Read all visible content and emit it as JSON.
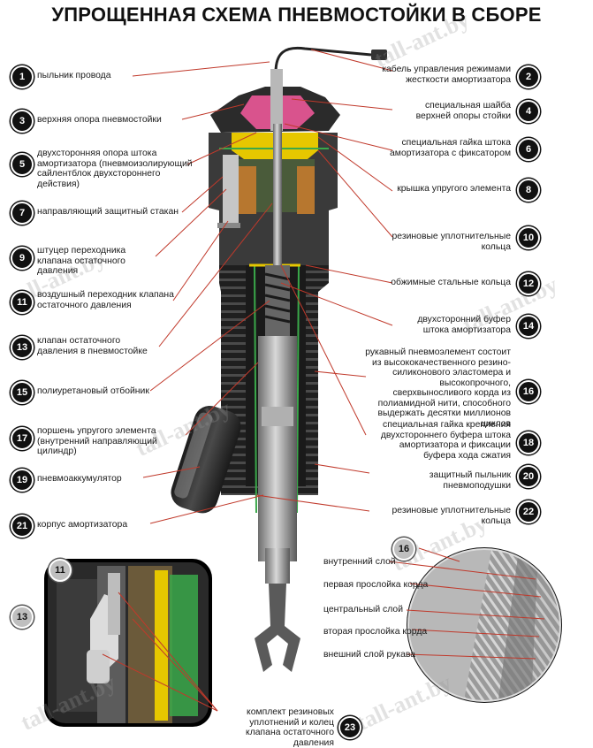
{
  "title": "УПРОЩЕННАЯ СХЕМА ПНЕВМОСТОЙКИ В СБОРЕ",
  "watermark": "tall-ant.by",
  "accent_colors": {
    "leader": "#c0392b",
    "yellow": "#e6c700",
    "green": "#3aa84a",
    "pink": "#d9538d",
    "rubber": "#2a2a2a"
  },
  "callouts": {
    "c1": {
      "num": "1",
      "text": "пыльник провода"
    },
    "c2": {
      "num": "2",
      "text": "кабель управления режимами жесткости амортизатора"
    },
    "c3": {
      "num": "3",
      "text": "верхняя опора пневмостойки"
    },
    "c4": {
      "num": "4",
      "text": "специальная шайба верхней опоры стойки"
    },
    "c5": {
      "num": "5",
      "text": "двухсторонняя опора штока амортизатора (пневмоизолирующий сайлентблок двухстороннего действия)"
    },
    "c6": {
      "num": "6",
      "text": "специальная гайка штока амортизатора с фиксатором"
    },
    "c7": {
      "num": "7",
      "text": "направляющий защитный стакан"
    },
    "c8": {
      "num": "8",
      "text": "крышка упругого элемента"
    },
    "c9": {
      "num": "9",
      "text": "штуцер переходника клапана остаточного давления"
    },
    "c10": {
      "num": "10",
      "text": "резиновые уплотнительные кольца"
    },
    "c11": {
      "num": "11",
      "text": "воздушный переходник клапана остаточного давления"
    },
    "c12": {
      "num": "12",
      "text": "обжимные стальные кольца"
    },
    "c13": {
      "num": "13",
      "text": "клапан остаточного давления в пневмостойке"
    },
    "c14": {
      "num": "14",
      "text": "двухсторонний буфер штока амортизатора"
    },
    "c15": {
      "num": "15",
      "text": "полиуретановый отбойник"
    },
    "c16": {
      "num": "16",
      "text": "рукавный пневмоэлемент состоит из высококачественного резино-силиконового эластомера и высокопрочного, сверхвыносливого корда из полиамидной нити, способного выдержать десятки миллионов циклов"
    },
    "c17": {
      "num": "17",
      "text": "поршень упругого элемента (внутренний направляющий цилиндр)"
    },
    "c18": {
      "num": "18",
      "text": "специальная гайка крепления двухстороннего буфера штока амортизатора и фиксации буфера хода сжатия"
    },
    "c19": {
      "num": "19",
      "text": "пневмоаккумулятор"
    },
    "c20": {
      "num": "20",
      "text": "защитный пыльник пневмоподушки"
    },
    "c21": {
      "num": "21",
      "text": "корпус амортизатора"
    },
    "c22": {
      "num": "22",
      "text": "резиновые уплотнительные кольца"
    },
    "c23": {
      "num": "23",
      "text": "комплект резиновых уплотнений и колец клапана остаточного давления"
    }
  },
  "inset_left": {
    "badge_a": "11",
    "badge_b": "13"
  },
  "inset_right": {
    "badge": "16",
    "layers": [
      "внутренний слой",
      "первая прослойка корда",
      "центральный слой",
      "вторая прослойка корда",
      "внешний слой рукава"
    ]
  }
}
